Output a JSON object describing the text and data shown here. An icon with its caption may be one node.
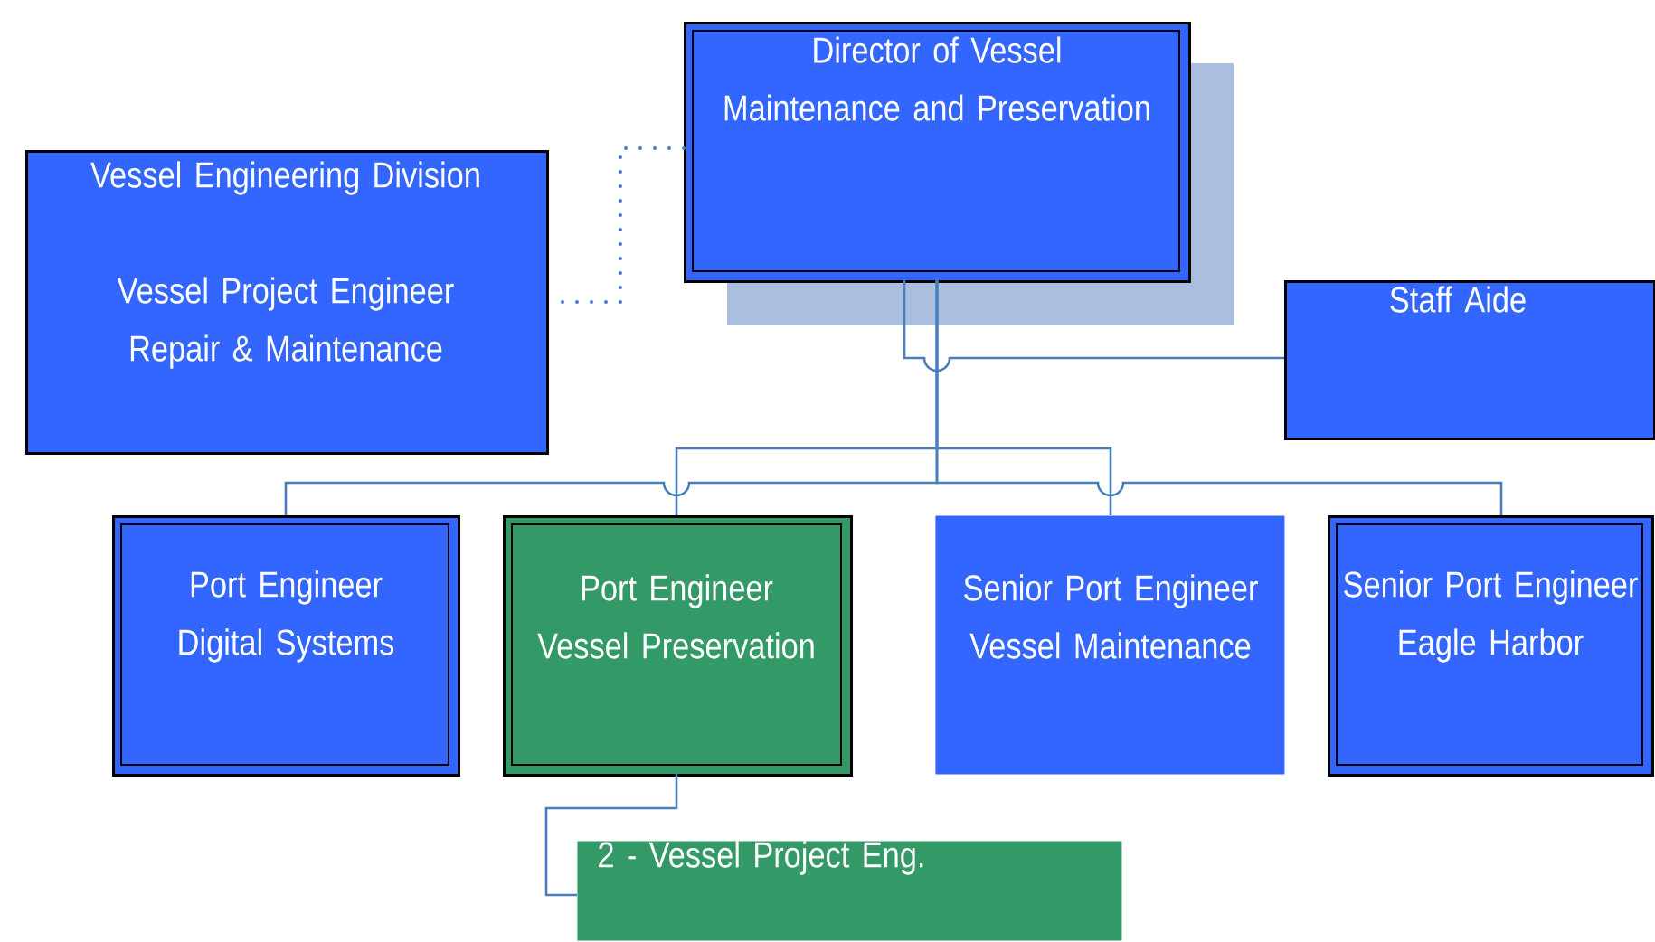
{
  "diagram": {
    "nodes": [
      {
        "text": [
          "Director of Vessel Maintenance and Preservation"
        ]
      },
      {
        "text": [
          "Vessel Engineering Division",
          "Vessel Project Engineer Repair & Maintenance"
        ]
      },
      {
        "text": [
          "Staff Aide"
        ]
      },
      {
        "text": [
          "Port Engineer Digital Systems"
        ]
      },
      {
        "text": [
          "Port Engineer Vessel Preservation"
        ]
      },
      {
        "text": [
          "Senior Port Engineer Vessel Maintenance"
        ]
      },
      {
        "text": [
          "Senior Port Engineer Eagle Harbor"
        ]
      },
      {
        "text": [
          "2 - Vessel Project Eng."
        ]
      }
    ],
    "edges": [
      {
        "from": 0,
        "to": 1,
        "arrow": "none",
        "style": "dashed"
      },
      {
        "from": 0,
        "to": 2,
        "arrow": "none"
      },
      {
        "from": 0,
        "to": 3,
        "arrow": "none"
      },
      {
        "from": 0,
        "to": 4,
        "arrow": "none"
      },
      {
        "from": 0,
        "to": 5,
        "arrow": "none"
      },
      {
        "from": 0,
        "to": 6,
        "arrow": "none"
      },
      {
        "from": 4,
        "to": 7,
        "arrow": "none"
      }
    ]
  }
}
